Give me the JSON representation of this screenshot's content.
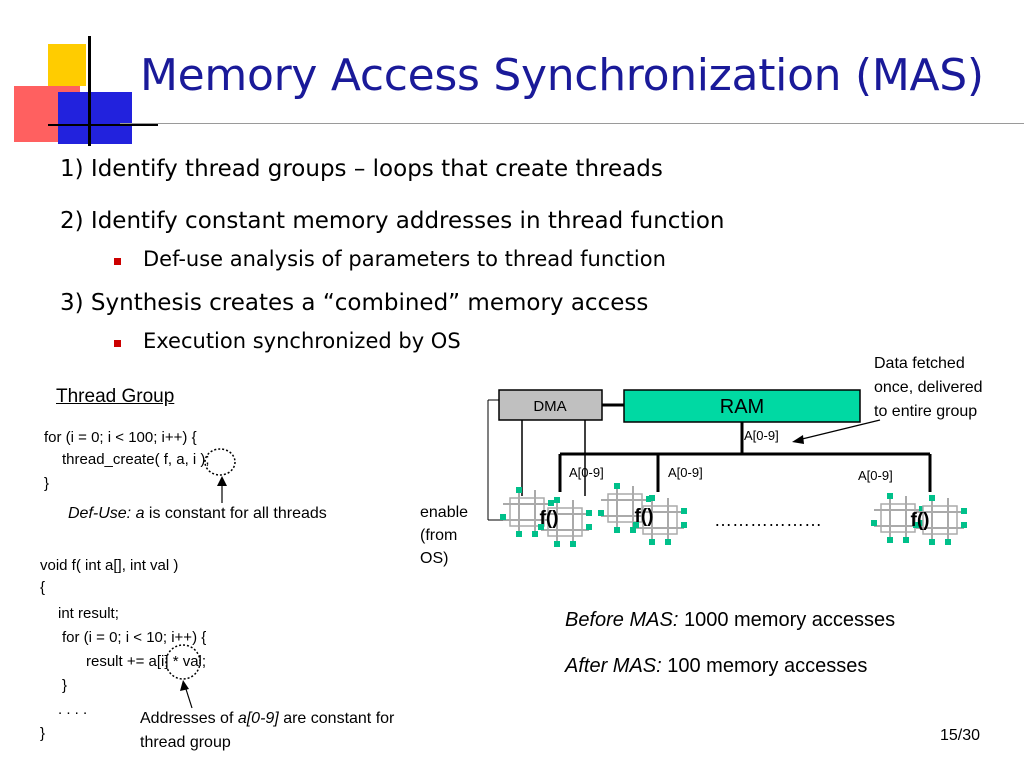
{
  "title": "Memory Access Synchronization (MAS)",
  "bullets": {
    "b1": "1) Identify thread groups – loops that create threads",
    "b2": "2) Identify constant memory addresses in thread function",
    "b2_sub": "Def-use analysis of parameters to thread function",
    "b3": "3) Synthesis creates a “combined” memory access",
    "b3_sub": "Execution synchronized by OS"
  },
  "thread_group": {
    "heading": "Thread Group",
    "code_lines": [
      "for (i = 0; i < 100; i++) {",
      "thread_create( f, a, i );",
      "}"
    ],
    "defuse_italic": "Def-Use: a",
    "defuse_rest": " is constant for all threads"
  },
  "function_code": {
    "lines": [
      "void f( int a[], int val )",
      "{",
      "int result;",
      "for (i = 0; i < 10; i++) {",
      "result += a[i] * val;",
      "}",
      ". . . .",
      "}"
    ],
    "annot_pre": "Addresses of ",
    "annot_ital": "a[0-9]",
    "annot_post": " are constant for",
    "annot_line2": "thread group"
  },
  "diagram": {
    "dma_label": "DMA",
    "ram_label": "RAM",
    "addr_top": "A[0-9]",
    "addr_1": "A[0-9]",
    "addr_2": "A[0-9]",
    "addr_3": "A[0-9]",
    "func_1": "f()",
    "func_2": "f()",
    "func_3": "f()",
    "dots": "………………",
    "enable_1": "enable",
    "enable_2": "(from",
    "enable_3": "OS)",
    "note_1": "Data fetched",
    "note_2": "once, delivered",
    "note_3": "to entire group",
    "colors": {
      "ram_fill": "#00d9a3",
      "dma_fill": "#c0c0c0",
      "chip_pin": "#00c08a"
    }
  },
  "results": {
    "before_label": "Before MAS:",
    "before_value": " 1000 memory accesses",
    "after_label": "After MAS:",
    "after_value": " 100 memory accesses"
  },
  "page_number": "15/30",
  "colors": {
    "title": "#1a1a99",
    "bullet": "#cc0000"
  }
}
